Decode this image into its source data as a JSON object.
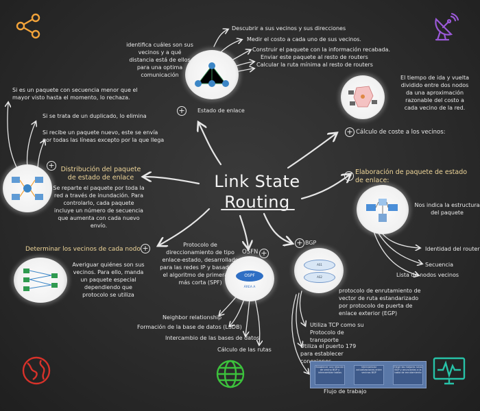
{
  "title_line1": "Link State",
  "title_line2": "Routing",
  "estado_enlace": {
    "heading": "Estado de enlace",
    "description": "identifica cuáles son sus vecinos y a qué distancia está de ellos para una optima comunicación",
    "steps": [
      "Descubrir a sus vecinos y sus direcciones",
      "Medir el costo a cada uno de sus vecinos.",
      "Construir el paquete con la información recabada.",
      "Enviar este paquete al resto de routers",
      "Calcular la ruta mínima al resto de routers"
    ]
  },
  "calculo_coste": {
    "heading": "Cálculo de coste a los vecinos:",
    "description": "El tiempo de ida y vuelta dividido entre dos nodos da una aproximación razonable del costo a cada vecino de la red."
  },
  "elaboracion_paquete": {
    "heading": "Elaboración de paquete de estado de enlace:",
    "description": "Nos indica la estructura del paquete",
    "fields": [
      "Identidad del router",
      "Secuencia",
      "Lista de nodos vecinos"
    ]
  },
  "distribucion": {
    "heading": "Distribución del paquete de estado de enlace",
    "description": "Se reparte el paquete por toda la red a través de inundación. Para controlarlo, cada paquete incluye un número de secuencia que aumenta con cada nuevo envío.",
    "rules": [
      "Si es un paquete con secuencia menor que el mayor visto hasta el momento, lo rechaza.",
      "Si se trata de un duplicado, lo elimina",
      "Si recibe un paquete nuevo, este se envía por todas las líneas excepto por la que llega"
    ]
  },
  "vecinos": {
    "heading": "Determinar los vecinos de cada nodo",
    "description": "Averiguar quiénes son sus vecinos. Para ello, manda un paquete especial dependiendo que protocolo se utiliza"
  },
  "ospf": {
    "heading": "OSFN",
    "description": "Protocolo de direccionamiento de tipo enlace-estado, desarrollado para las redes IP y basado en el algoritmo de primera vía más corta (SPF)",
    "image_label": "OSPF",
    "image_sublabel": "ÁREA A",
    "steps": [
      "Neighbor relationship",
      "Formación de la base de datos (LSDB)",
      "Intercambio de las bases de datos",
      "Cálculo de las rutas"
    ]
  },
  "bgp": {
    "heading": "BGP",
    "description": "protocolo de enrutamiento de vector de ruta estandarizado por protocolo de puerta de enlace exterior (EGP)",
    "image_labels": [
      "AS1",
      "AS2"
    ],
    "items": [
      "Utiliza TCP como su Protocolo de transporte",
      "Utiliza el puerto 179 para establecer conexiones"
    ],
    "workflow_label": "Flujo de trabajo",
    "workflow_steps": [
      "Establecer una relación de vecino BGP y intercambiar tablas",
      "Intercambiar actualizaciones entre vecinos BGP",
      "Elegir las mejores rutas BGP y anunciarlas a la tabla de enrutamiento"
    ]
  },
  "icons": {
    "top_left": "share-icon",
    "top_right": "satellite-dish-icon",
    "bottom_left": "globe-icon",
    "bottom_center": "world-grid-icon",
    "bottom_right": "monitor-pulse-icon"
  },
  "colors": {
    "background": "#2c2c2c",
    "chalk": "#ececec",
    "heading_accent": "#f0d79a",
    "share_icon": "#f2a33a",
    "satellite_icon": "#9b59d8",
    "globe_icon": "#d8322a",
    "world_icon": "#3cc23c",
    "monitor_icon": "#27c3a8"
  }
}
